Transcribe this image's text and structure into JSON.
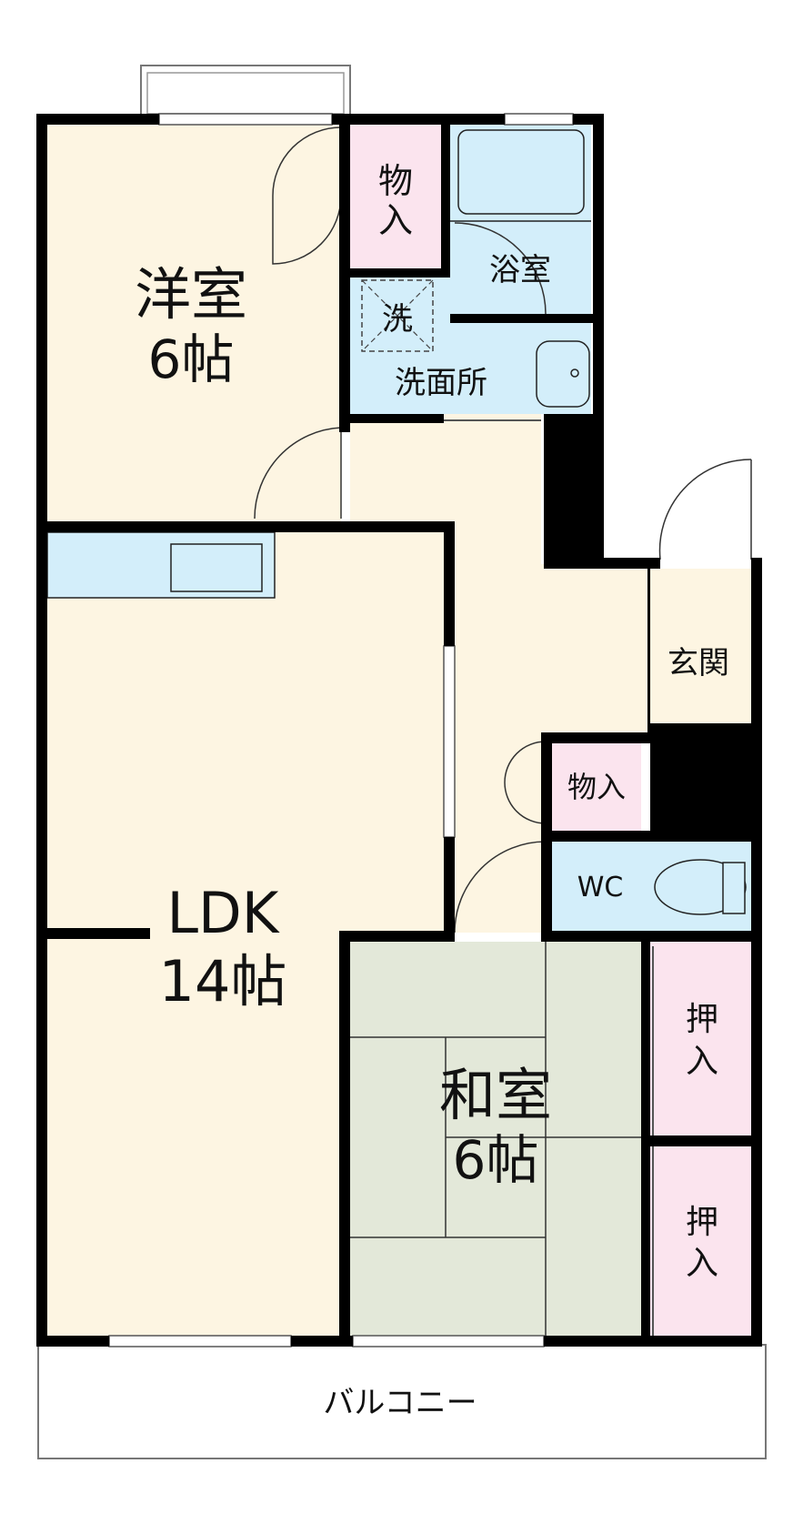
{
  "rooms": {
    "western_room": {
      "name": "洋室",
      "size": "6帖"
    },
    "ldk": {
      "name": "LDK",
      "size": "14帖"
    },
    "japanese_room": {
      "name": "和室",
      "size": "6帖"
    },
    "storage_top": {
      "line1": "物",
      "line2": "入"
    },
    "bath": {
      "name": "浴室"
    },
    "washer": {
      "name": "洗"
    },
    "washroom": {
      "name": "洗面所"
    },
    "entrance": {
      "name": "玄関"
    },
    "storage_mid": {
      "name": "物入"
    },
    "wc": {
      "name": "WC"
    },
    "closet_upper": {
      "line1": "押",
      "line2": "入"
    },
    "closet_lower": {
      "line1": "押",
      "line2": "入"
    },
    "balcony": {
      "name": "バルコニー"
    }
  },
  "colors": {
    "floor": "#fdf5e2",
    "tatami": "#e3e8d9",
    "storage": "#fbe4ee",
    "water": "#d3eefa",
    "wall": "#000000"
  }
}
